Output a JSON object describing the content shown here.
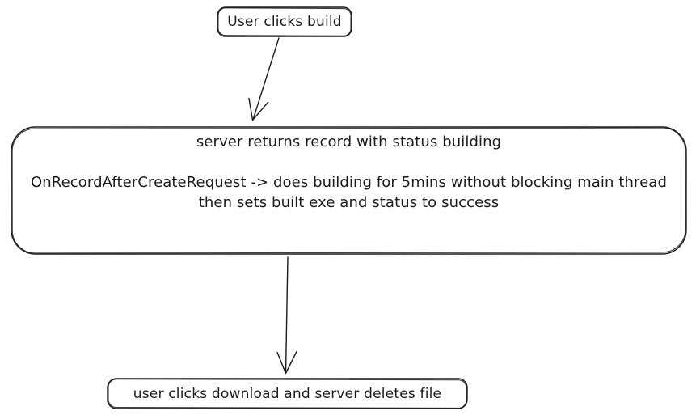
{
  "canvas": {
    "background": "#ffffff",
    "stroke_color": "#1b1b1b",
    "text_color": "#1b1b1b"
  },
  "nodes": {
    "start": {
      "shape": "rounded-rectangle",
      "label": "User clicks build"
    },
    "process": {
      "shape": "rounded-rectangle",
      "lines": [
        "server returns record with status building",
        "",
        "OnRecordAfterCreateRequest -> does building for 5mins without blocking main thread",
        "then sets built exe and status to success"
      ]
    },
    "end": {
      "shape": "rounded-rectangle",
      "label": "user clicks download and server deletes file"
    }
  },
  "edges": [
    {
      "from": "start",
      "to": "process",
      "style": "arrow-down"
    },
    {
      "from": "process",
      "to": "end",
      "style": "arrow-down"
    }
  ]
}
